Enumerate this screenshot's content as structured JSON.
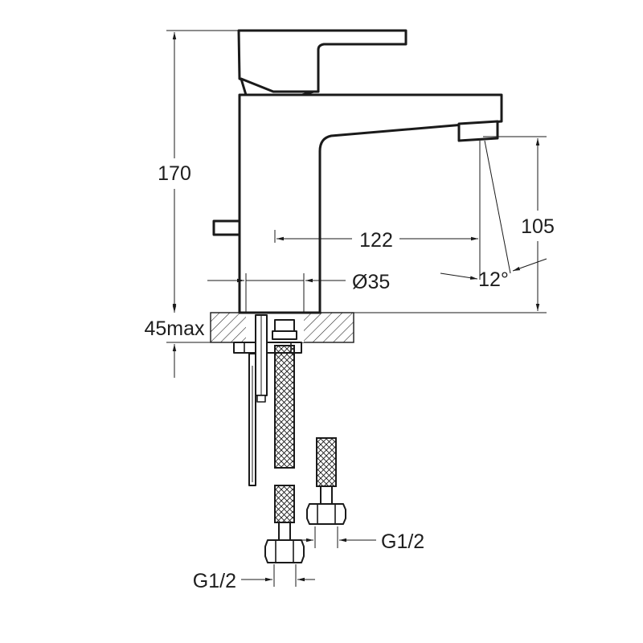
{
  "dimensions": {
    "total_height": "170",
    "spout_height": "105",
    "spout_reach": "122",
    "body_diameter": "Ø35",
    "max_deck_thickness": "45max",
    "spout_angle": "12°",
    "connection_thread_right": "G1/2",
    "connection_thread_left": "G1/2"
  },
  "colors": {
    "line": "#1a1a1a",
    "text": "#1e1e1e",
    "background": "#ffffff"
  }
}
